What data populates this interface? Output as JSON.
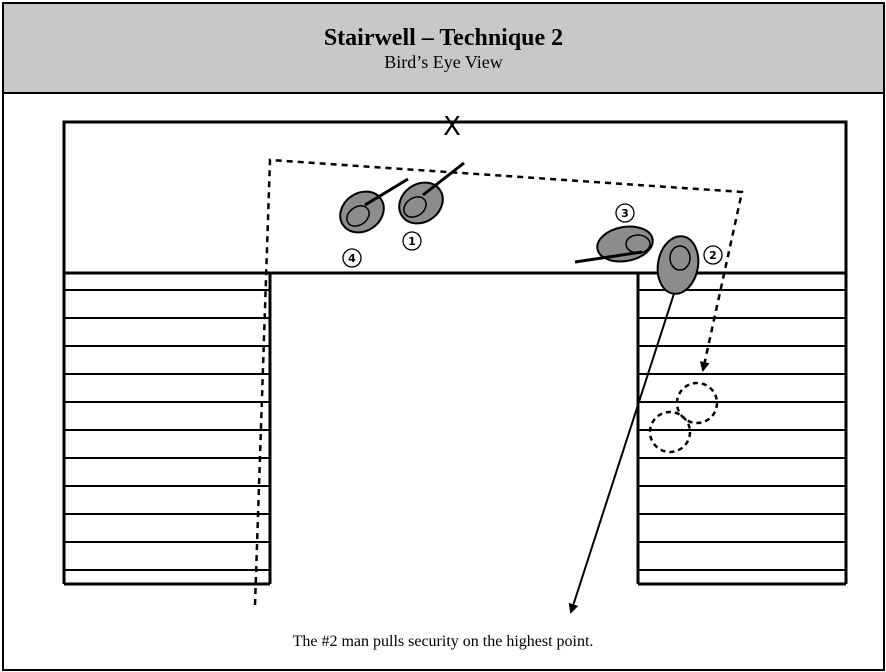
{
  "header": {
    "title": "Stairwell – Technique 2",
    "subtitle": "Bird’s Eye View"
  },
  "diagram": {
    "marker_label": "X",
    "operators": [
      {
        "id": "operator-1",
        "label": "1"
      },
      {
        "id": "operator-2",
        "label": "2"
      },
      {
        "id": "operator-3",
        "label": "3"
      },
      {
        "id": "operator-4",
        "label": "4"
      }
    ],
    "colors": {
      "operator_fill": "#8c8c8c",
      "line": "#000000",
      "header_bg": "#c8c8c8"
    }
  },
  "caption": "The #2 man pulls security on the highest point."
}
